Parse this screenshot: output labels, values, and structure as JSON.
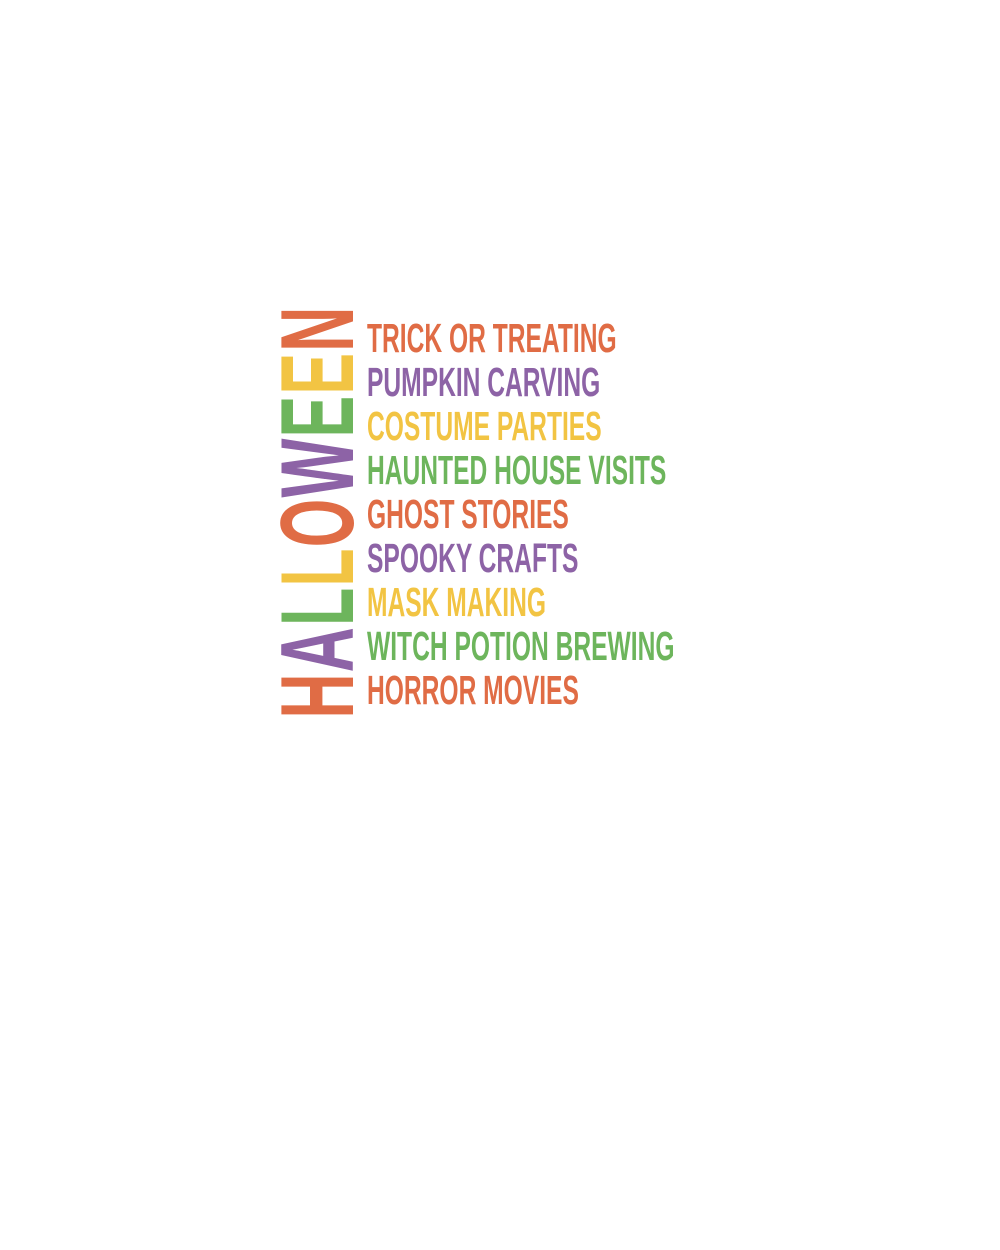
{
  "title": {
    "letters": [
      "H",
      "A",
      "L",
      "L",
      "O",
      "W",
      "E",
      "E",
      "N"
    ],
    "colors": [
      "#e06c45",
      "#8d63a6",
      "#6db55c",
      "#f2c443",
      "#e06c45",
      "#8d63a6",
      "#6db55c",
      "#f2c443",
      "#e06c45"
    ]
  },
  "items": [
    {
      "label": "TRICK OR TREATING",
      "color": "#e06c45"
    },
    {
      "label": "PUMPKIN CARVING",
      "color": "#8d63a6"
    },
    {
      "label": "COSTUME PARTIES",
      "color": "#f2c443"
    },
    {
      "label": "HAUNTED HOUSE VISITS",
      "color": "#6db55c"
    },
    {
      "label": "GHOST STORIES",
      "color": "#e06c45"
    },
    {
      "label": "SPOOKY CRAFTS",
      "color": "#8d63a6"
    },
    {
      "label": "MASK MAKING",
      "color": "#f2c443"
    },
    {
      "label": "WITCH POTION BREWING",
      "color": "#6db55c"
    },
    {
      "label": "HORROR MOVIES",
      "color": "#e06c45"
    }
  ]
}
